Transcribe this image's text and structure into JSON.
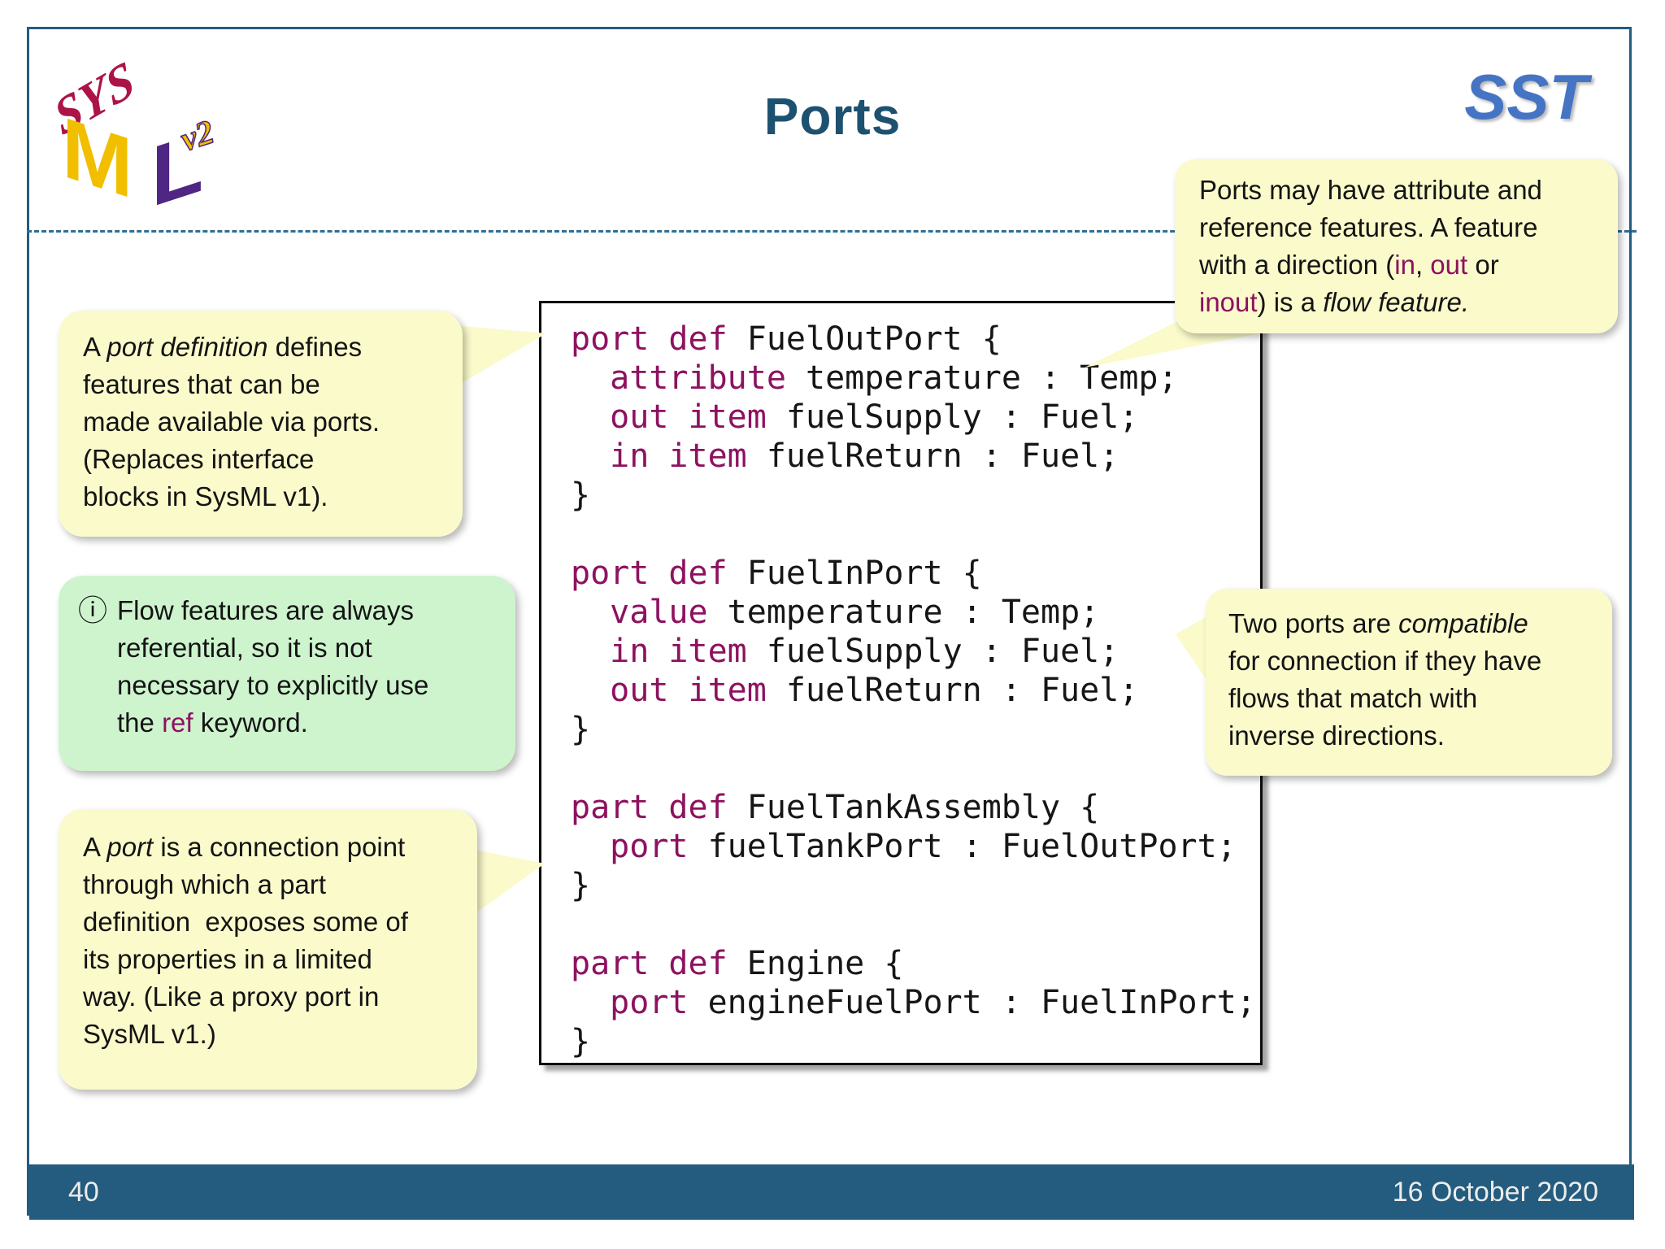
{
  "slide": {
    "title": "Ports",
    "brand": "SST",
    "footer": {
      "page_number": "40",
      "date": "16 October 2020"
    },
    "logo": {
      "sys": "SYS",
      "m": "M",
      "l": "L",
      "version": "v2"
    }
  },
  "colors": {
    "frame_teal": "#235C7E",
    "title_blue": "#1D5170",
    "brand_blue": "#4574C4",
    "keyword_magenta": "#8E1160",
    "callout_yellow": "#FAFACB",
    "callout_green": "#CEF4CE"
  },
  "callouts": {
    "attribute_note": {
      "lines": [
        [
          {
            "t": "Ports may have attribute and"
          }
        ],
        [
          {
            "t": "reference features. A feature"
          }
        ],
        [
          {
            "t": "with a direction ("
          },
          {
            "t": "in",
            "c": "mg"
          },
          {
            "t": ", "
          },
          {
            "t": "out",
            "c": "mg"
          },
          {
            "t": " or"
          }
        ],
        [
          {
            "t": "inout",
            "c": "mg"
          },
          {
            "t": ") is a "
          },
          {
            "t": "flow feature.",
            "c": "it"
          }
        ]
      ]
    },
    "port_definition_note": {
      "lines": [
        [
          {
            "t": "A "
          },
          {
            "t": "port definition",
            "c": "it"
          },
          {
            "t": " defines"
          }
        ],
        [
          {
            "t": "features that can be"
          }
        ],
        [
          {
            "t": "made available via ports."
          }
        ],
        [
          {
            "t": "(Replaces interface"
          }
        ],
        [
          {
            "t": "blocks in SysML v1)."
          }
        ]
      ]
    },
    "flow_note": {
      "icon": "ⓘ",
      "lines": [
        [
          {
            "t": "Flow features are always"
          }
        ],
        [
          {
            "t": "referential, so it is not"
          }
        ],
        [
          {
            "t": "necessary to explicitly use"
          }
        ],
        [
          {
            "t": "the "
          },
          {
            "t": "ref",
            "c": "mg"
          },
          {
            "t": " keyword."
          }
        ]
      ]
    },
    "port_is_note": {
      "lines": [
        [
          {
            "t": "A "
          },
          {
            "t": "port",
            "c": "it"
          },
          {
            "t": " is a connection point"
          }
        ],
        [
          {
            "t": "through which a part"
          }
        ],
        [
          {
            "t": "definition  exposes some of"
          }
        ],
        [
          {
            "t": "its properties in a limited"
          }
        ],
        [
          {
            "t": "way. (Like a proxy port in"
          }
        ],
        [
          {
            "t": "SysML v1.)"
          }
        ]
      ]
    },
    "compatible_note": {
      "lines": [
        [
          {
            "t": "Two ports are "
          },
          {
            "t": "compatible",
            "c": "it"
          }
        ],
        [
          {
            "t": "for connection if they have"
          }
        ],
        [
          {
            "t": "flows that match with"
          }
        ],
        [
          {
            "t": "inverse directions."
          }
        ]
      ]
    }
  },
  "code": {
    "lines": [
      [
        {
          "t": "port def",
          "c": "kw"
        },
        {
          "t": " FuelOutPort {"
        }
      ],
      [
        {
          "t": "  "
        },
        {
          "t": "attribute",
          "c": "kw"
        },
        {
          "t": " temperature : Temp;"
        }
      ],
      [
        {
          "t": "  "
        },
        {
          "t": "out item",
          "c": "kw"
        },
        {
          "t": " fuelSupply : Fuel;"
        }
      ],
      [
        {
          "t": "  "
        },
        {
          "t": "in item",
          "c": "kw"
        },
        {
          "t": " fuelReturn : Fuel;"
        }
      ],
      [
        {
          "t": "}"
        }
      ],
      [
        {
          "t": ""
        }
      ],
      [
        {
          "t": "port def",
          "c": "kw"
        },
        {
          "t": " FuelInPort {"
        }
      ],
      [
        {
          "t": "  "
        },
        {
          "t": "value",
          "c": "kw"
        },
        {
          "t": " temperature : Temp;"
        }
      ],
      [
        {
          "t": "  "
        },
        {
          "t": "in item",
          "c": "kw"
        },
        {
          "t": " fuelSupply : Fuel;"
        }
      ],
      [
        {
          "t": "  "
        },
        {
          "t": "out item",
          "c": "kw"
        },
        {
          "t": " fuelReturn : Fuel;"
        }
      ],
      [
        {
          "t": "}"
        }
      ],
      [
        {
          "t": ""
        }
      ],
      [
        {
          "t": "part def",
          "c": "kw"
        },
        {
          "t": " FuelTankAssembly {"
        }
      ],
      [
        {
          "t": "  "
        },
        {
          "t": "port",
          "c": "kw"
        },
        {
          "t": " fuelTankPort : FuelOutPort;"
        }
      ],
      [
        {
          "t": "}"
        }
      ],
      [
        {
          "t": ""
        }
      ],
      [
        {
          "t": "part def",
          "c": "kw"
        },
        {
          "t": " Engine {"
        }
      ],
      [
        {
          "t": "  "
        },
        {
          "t": "port",
          "c": "kw"
        },
        {
          "t": " engineFuelPort : FuelInPort;"
        }
      ],
      [
        {
          "t": "}"
        }
      ]
    ]
  }
}
